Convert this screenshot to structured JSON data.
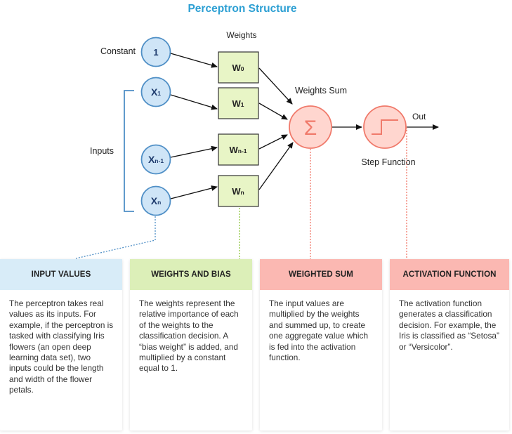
{
  "title": "Perceptron Structure",
  "diagram": {
    "weights_header": "Weights",
    "constant_label": "Constant",
    "inputs_label": "Inputs",
    "weights_sum_label": "Weights Sum",
    "step_function_label": "Step Function",
    "out_label": "Out",
    "sum_symbol": "Σ",
    "nodes": {
      "constant": "1",
      "x1": {
        "base": "X",
        "sub": "1"
      },
      "xn1": {
        "base": "X",
        "sub": "n-1"
      },
      "xn": {
        "base": "X",
        "sub": "n"
      }
    },
    "weights": [
      {
        "base": "W",
        "sub": "0"
      },
      {
        "base": "W",
        "sub": "1"
      },
      {
        "base": "W",
        "sub": "n-1"
      },
      {
        "base": "W",
        "sub": "n"
      }
    ]
  },
  "cards": [
    {
      "title": "INPUT VALUES",
      "body": "The perceptron takes real values as its inputs. For example, if the perceptron is tasked with classifying Iris flowers (an open deep learning data set), two inputs could be the length and width of the flower petals."
    },
    {
      "title": "WEIGHTS AND BIAS",
      "body": "The weights represent the relative importance of each of the weights to the classification decision. A “bias weight” is added, and multiplied by a constant equal to 1."
    },
    {
      "title": "WEIGHTED SUM",
      "body": "The input values are multiplied by the weights and summed up, to create one aggregate value which is fed into the activation function."
    },
    {
      "title": "ACTIVATION FUNCTION",
      "body": "The activation function generates a classification decision. For example, the Iris is classified as “Setosa” or “Versicolor”."
    }
  ],
  "colors": {
    "title": "#2c9fd3",
    "input_node_fill": "#cfe5f7",
    "input_node_stroke": "#4f8fc6",
    "weight_fill": "#e8f5c6",
    "sum_node_fill": "#ffd6cf",
    "sum_node_stroke": "#f07a6b",
    "card_input_header": "#d8ecf8",
    "card_weights_header": "#dcefb8",
    "card_sum_header": "#fbb8b2",
    "card_activation_header": "#fbb8b2"
  }
}
